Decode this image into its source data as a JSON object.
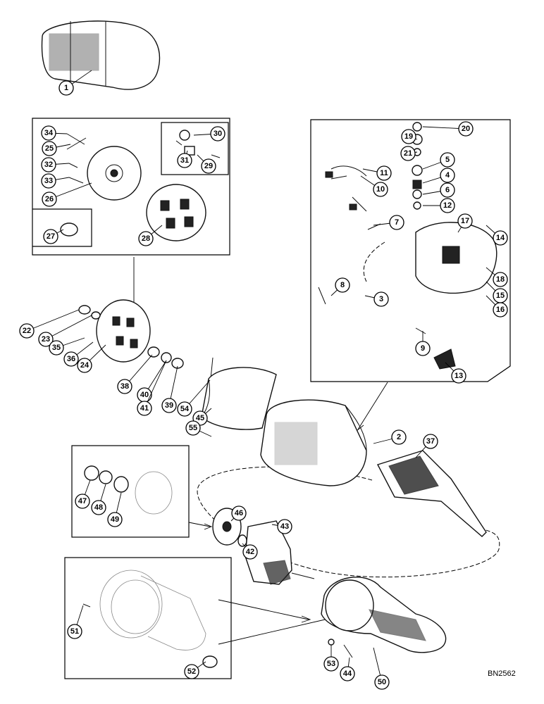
{
  "drawing": {
    "code": "BN2562",
    "callouts": [
      "1",
      "2",
      "3",
      "4",
      "5",
      "6",
      "7",
      "8",
      "9",
      "10",
      "11",
      "12",
      "13",
      "14",
      "15",
      "16",
      "17",
      "18",
      "19",
      "20",
      "21",
      "22",
      "23",
      "24",
      "25",
      "26",
      "27",
      "28",
      "29",
      "30",
      "31",
      "32",
      "33",
      "34",
      "35",
      "36",
      "37",
      "38",
      "39",
      "40",
      "41",
      "42",
      "43",
      "44",
      "45",
      "46",
      "47",
      "48",
      "49",
      "50",
      "51",
      "52",
      "53",
      "54",
      "55"
    ]
  }
}
